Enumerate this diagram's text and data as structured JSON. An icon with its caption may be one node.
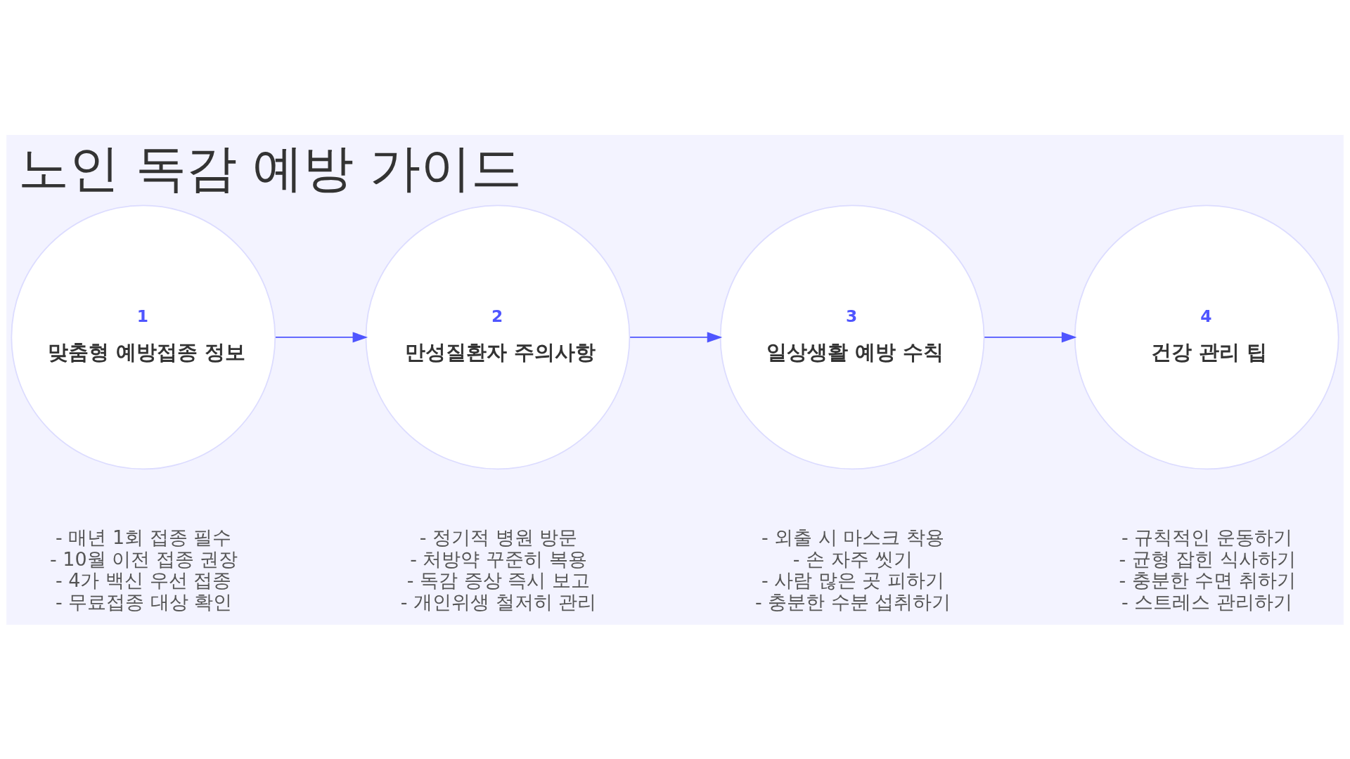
{
  "diagram": {
    "title": "노인 독감 예방 가이드",
    "nodes": [
      {
        "text": [
          "1",
          "맞춤형 예방접종 정보"
        ],
        "beside": [
          "- 매년 1회 접종 필수",
          "- 10월 이전 접종 권장",
          "- 4가 백신 우선 접종",
          "- 무료접종 대상 확인"
        ]
      },
      {
        "text": [
          "2",
          "만성질환자 주의사항"
        ],
        "beside": [
          "- 정기적 병원 방문",
          "- 처방약 꾸준히 복용",
          "- 독감 증상 즉시 보고",
          "- 개인위생 철저히 관리"
        ]
      },
      {
        "text": [
          "3",
          "일상생활 예방 수칙"
        ],
        "beside": [
          "- 외출 시 마스크 착용",
          "- 손 자주 씻기",
          "- 사람 많은 곳 피하기",
          "- 충분한 수분 섭취하기"
        ]
      },
      {
        "text": [
          "4",
          "건강 관리 팁"
        ],
        "beside": [
          "- 규칙적인 운동하기",
          "- 균형 잡힌 식사하기",
          "- 충분한 수면 취하기",
          "- 스트레스 관리하기"
        ]
      }
    ],
    "edges": [
      {
        "from": 0,
        "to": 1,
        "arrow": "to"
      },
      {
        "from": 1,
        "to": 2,
        "arrow": "to"
      },
      {
        "from": 2,
        "to": 3,
        "arrow": "to"
      }
    ]
  }
}
